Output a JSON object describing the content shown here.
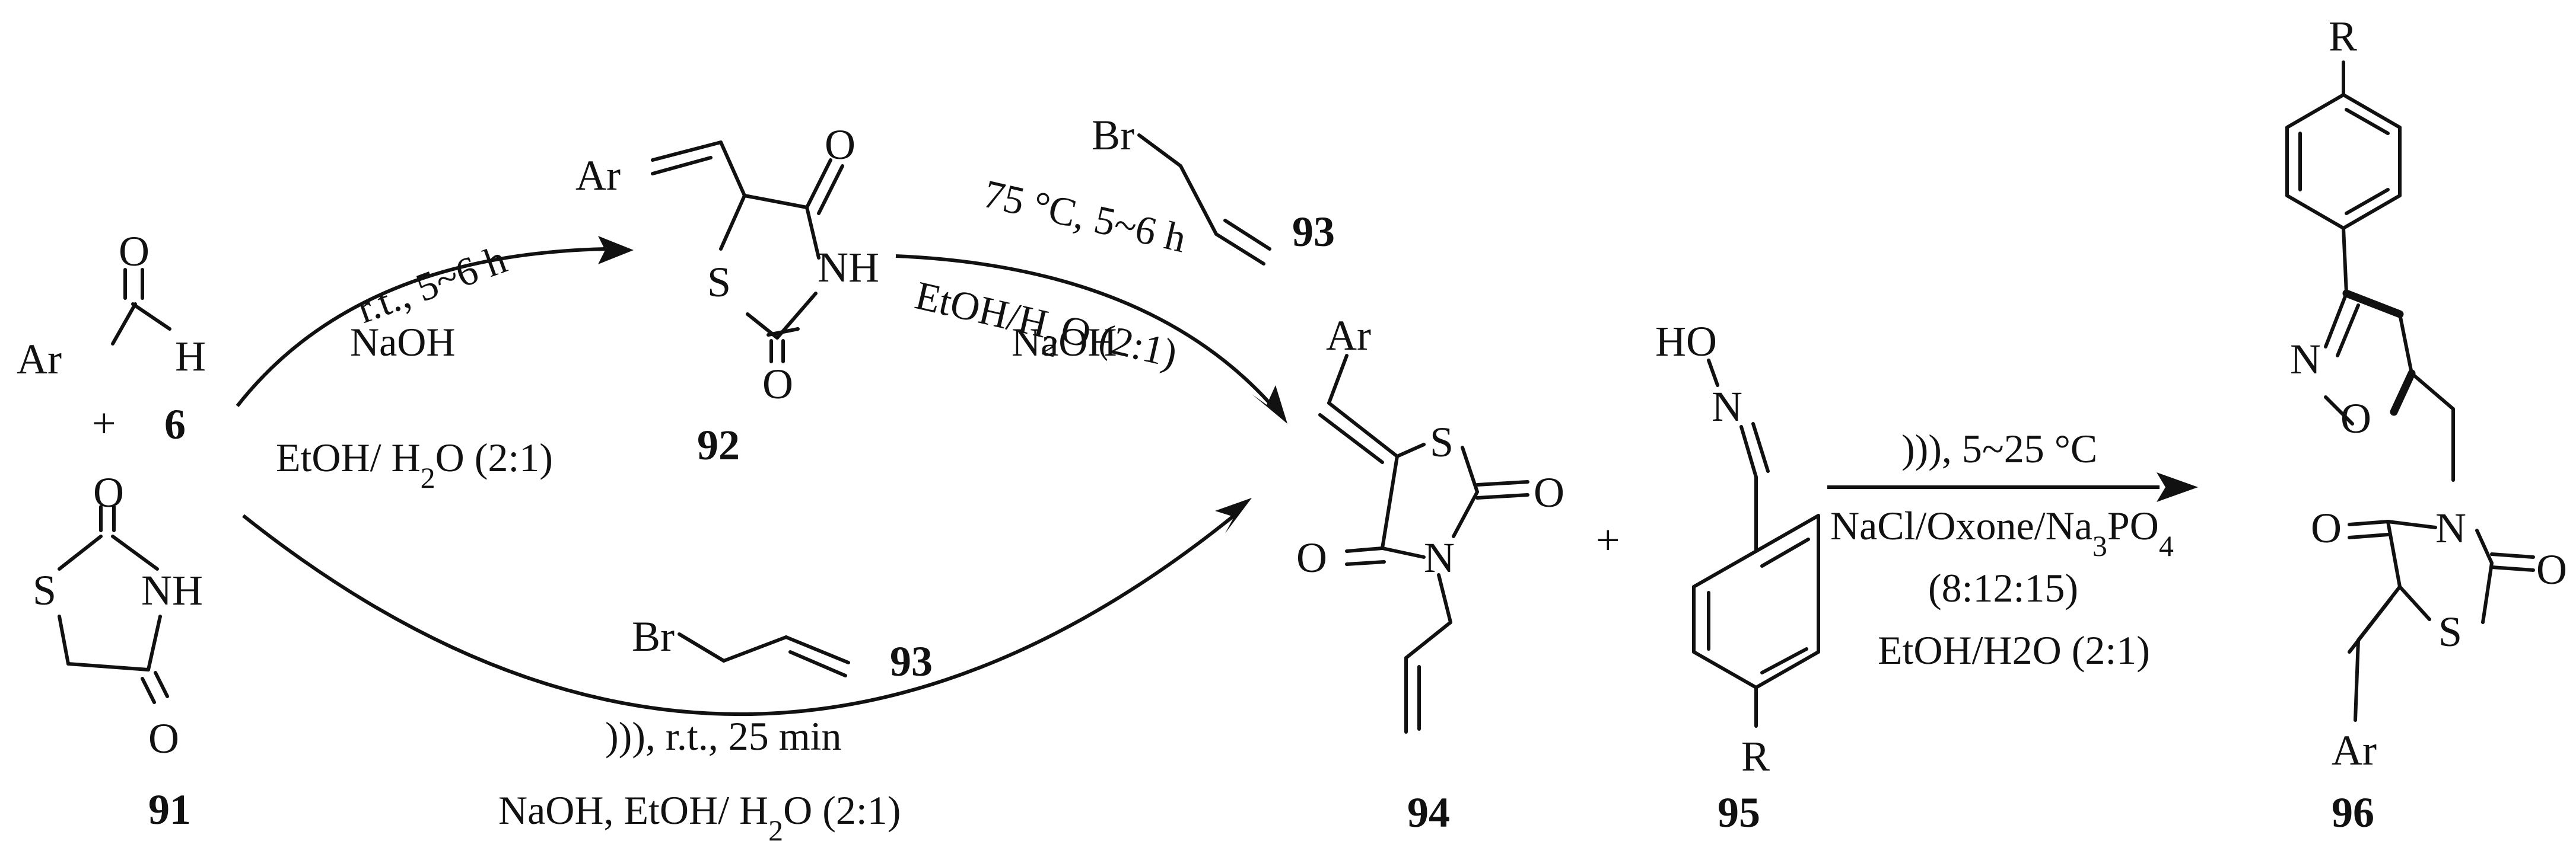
{
  "compounds": {
    "c6": {
      "label": "6",
      "atoms": {
        "o": "O",
        "h": "H",
        "ar": "Ar"
      }
    },
    "c91": {
      "label": "91",
      "atoms": {
        "o1": "O",
        "o2": "O",
        "s": "S",
        "nh": "NH"
      }
    },
    "c92": {
      "label": "92",
      "atoms": {
        "ar": "Ar",
        "o1": "O",
        "o2": "O",
        "s": "S",
        "nh": "NH"
      }
    },
    "c93": {
      "label": "93",
      "atoms": {
        "br": "Br"
      }
    },
    "c94": {
      "label": "94",
      "atoms": {
        "ar": "Ar",
        "s": "S",
        "o1": "O",
        "o2": "O",
        "n": "N"
      }
    },
    "c95": {
      "label": "95",
      "atoms": {
        "ho": "HO",
        "n": "N",
        "r": "R"
      }
    },
    "c96": {
      "label": "96",
      "atoms": {
        "r": "R",
        "n": "N",
        "o": "O",
        "o1": "O",
        "n2": "N",
        "o2": "O",
        "s": "S",
        "ar": "Ar"
      }
    }
  },
  "plus_sign": "+",
  "reactions": {
    "step1": {
      "lines": [
        "r.t., 5~6 h",
        "NaOH"
      ],
      "solvent": {
        "pre": "EtOH/ H",
        "sub": "2",
        "post": "O (2:1)"
      }
    },
    "step2": {
      "lines": [
        "75 °C, 5~6 h",
        "NaOH"
      ],
      "solvent": {
        "pre": "EtOH/H",
        "sub": "2",
        "post": "O (2:1)"
      }
    },
    "step3": {
      "reagent_label": "93",
      "line1": "))), r.t., 25 min",
      "solvent": {
        "pre": "NaOH, EtOH/ H",
        "sub": "2",
        "post": "O (2:1)"
      }
    },
    "step4": {
      "line1": "))), 5~25 °C",
      "oxidant": {
        "pre": "NaCl/Oxone/Na",
        "sub1": "3",
        "mid": "PO",
        "sub2": "4"
      },
      "ratio": "(8:12:15)",
      "solvent": "EtOH/H2O (2:1)"
    }
  },
  "colors": {
    "ink": "#111111",
    "background": "#ffffff"
  }
}
